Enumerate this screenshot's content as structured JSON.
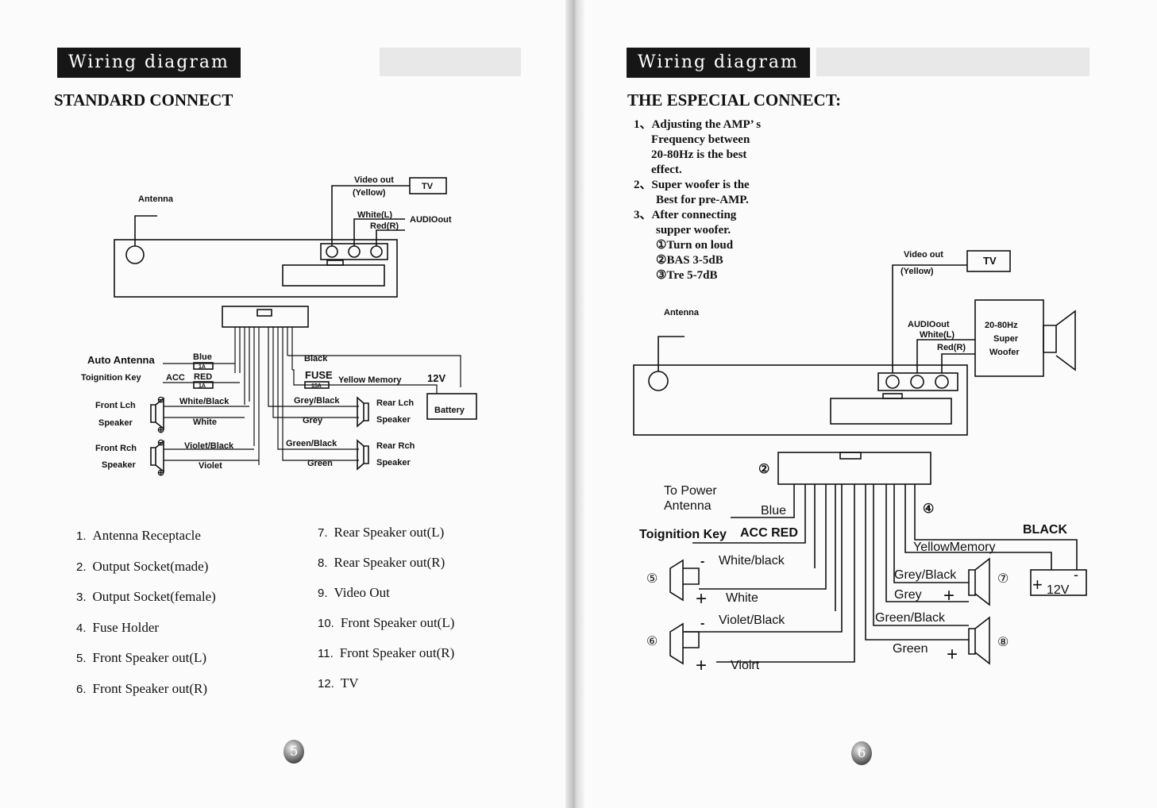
{
  "left": {
    "header": "Wiring diagram",
    "section_title": "STANDARD CONNECT",
    "diagram": {
      "antenna": "Antenna",
      "video_out": "Video out",
      "yellow": "(Yellow)",
      "tv": "TV",
      "white_l": "White(L)",
      "audio_out": "AUDIOout",
      "red_r": "Red(R)",
      "auto_antenna": "Auto Antenna",
      "blue": "Blue",
      "fuse_1a_top": "1A",
      "toignition_key": "Toignition Key",
      "acc": "ACC",
      "red": "RED",
      "fuse_1a_bottom": "1A",
      "black": "Black",
      "fuse": "FUSE",
      "fuse_15a": "15A",
      "yellow_memory": "Yellow Memory",
      "twelve_v": "12V",
      "front_lch": "Front Lch",
      "speaker": "Speaker",
      "white_black": "White/Black",
      "white": "White",
      "grey_black": "Grey/Black",
      "grey": "Grey",
      "rear_lch": "Rear Lch",
      "battery": "Battery",
      "front_rch": "Front Rch",
      "violet_black": "Violet/Black",
      "violet": "Violet",
      "green_black": "Green/Black",
      "green": "Green",
      "rear_rch": "Rear Rch",
      "minus": "⊖",
      "plus": "⊕"
    },
    "legend_left": [
      {
        "num": "1.",
        "text": "Antenna Receptacle"
      },
      {
        "num": "2.",
        "text": "Output Socket(made)"
      },
      {
        "num": "3.",
        "text": "Output Socket(female)"
      },
      {
        "num": "4.",
        "text": "Fuse Holder"
      },
      {
        "num": "5.",
        "text": "Front Speaker out(L)"
      },
      {
        "num": "6.",
        "text": "Front Speaker out(R)"
      }
    ],
    "legend_right": [
      {
        "num": "7.",
        "text": "Rear Speaker out(L)"
      },
      {
        "num": "8.",
        "text": "Rear Speaker out(R)"
      },
      {
        "num": "9.",
        "text": "Video Out"
      },
      {
        "num": "10.",
        "text": "Front Speaker out(L)"
      },
      {
        "num": "11.",
        "text": "Front Speaker out(R)"
      },
      {
        "num": "12.",
        "text": "TV"
      }
    ],
    "page_number": "5"
  },
  "right": {
    "header": "Wiring diagram",
    "section_title": "THE ESPECIAL CONNECT:",
    "notes": {
      "n1a": "1、Adjusting the AMP’ s",
      "n1b": "Frequency between",
      "n1c": "20-80Hz is the best",
      "n1d": "effect.",
      "n2a": "2、Super woofer is the",
      "n2b": "Best for pre-AMP.",
      "n3a": "3、After connecting",
      "n3b": "supper woofer.",
      "s1": "①Turn on loud",
      "s2": "②BAS 3-5dB",
      "s3": "③Tre 5-7dB"
    },
    "diagram": {
      "video_out": "Video out",
      "yellow": "(Yellow)",
      "tv": "TV",
      "antenna": "Antenna",
      "audio_out": "AUDIOout",
      "white_l": "White(L)",
      "red_r": "Red(R)",
      "woofer1": "20-80Hz",
      "woofer2": "Super",
      "woofer3": "Woofer",
      "c2": "②",
      "c4": "④",
      "c5": "⑤",
      "c6": "⑥",
      "c7": "⑦",
      "c8": "⑧",
      "to_power": "To Power",
      "antenna2": "Antenna",
      "blue": "Blue",
      "toignition": "Toignition Key",
      "acc_red": "ACC RED",
      "black": "BLACK",
      "white_black": "White/black",
      "white": "White",
      "violet_black": "Violet/Black",
      "violrt": "Violrt",
      "yellow_memory": "YellowMemory",
      "grey_black": "Grey/Black",
      "grey": "Grey",
      "green_black": "Green/Black",
      "green": "Green",
      "twelve_v": "12V",
      "plus": "+",
      "minus": "-"
    },
    "page_number": "6"
  }
}
